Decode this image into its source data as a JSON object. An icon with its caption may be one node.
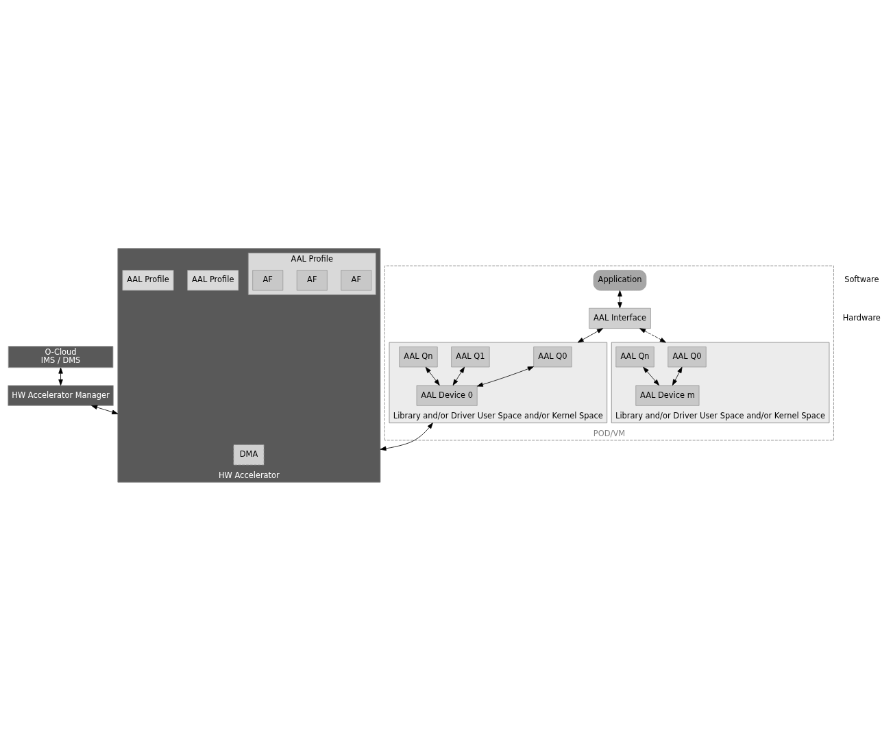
{
  "diagram": {
    "nodes": [
      {
        "text": [
          "O-Cloud",
          "IMS / DMS"
        ]
      },
      {
        "text": [
          "HW Accelerator Manager"
        ]
      },
      {
        "text": [
          "POD/VM"
        ]
      },
      {
        "text": [
          "Application"
        ],
        "in": 2
      },
      {
        "text": [
          "AAL Interface"
        ],
        "in": 2
      },
      {
        "text": [
          "Library and/or Driver User Space and/or Kernel Space"
        ],
        "in": 2
      },
      {
        "text": [
          "AAL Q0"
        ],
        "in": 5
      },
      {
        "text": [
          "AAL Q1"
        ],
        "in": 5
      },
      {
        "text": [
          "AAL Qn"
        ],
        "in": 5
      },
      {
        "text": [
          "AAL Device 0"
        ],
        "in": 5
      },
      {
        "text": [
          "Library and/or Driver User Space and/or Kernel Space"
        ],
        "in": 2
      },
      {
        "text": [
          "AAL Q0"
        ],
        "in": 10
      },
      {
        "text": [
          "AAL Qn"
        ],
        "in": 10
      },
      {
        "text": [
          "AAL Device m"
        ],
        "in": 10
      },
      {
        "text": [
          "HW Accelerator"
        ]
      },
      {
        "text": [
          "DMA"
        ],
        "in": 14
      },
      {
        "text": [
          "AAL Profile"
        ],
        "in": 14
      },
      {
        "text": [
          "AAL Profile"
        ],
        "in": 14
      },
      {
        "text": [
          "AAL Profile"
        ],
        "in": 14
      },
      {
        "text": [
          "AF"
        ],
        "in": 18
      },
      {
        "text": [
          "AF"
        ],
        "in": 18
      },
      {
        "text": [
          "AF"
        ],
        "in": 18
      }
    ],
    "edges": [
      {
        "from": 3,
        "to": 4,
        "arrow": "both"
      },
      {
        "from": 4,
        "to": 5,
        "arrow": "both"
      },
      {
        "from": 4,
        "to": 10,
        "arrow": "both",
        "style": "dashed"
      },
      {
        "from": 6,
        "to": 9,
        "arrow": "both"
      },
      {
        "from": 7,
        "to": 9,
        "arrow": "both"
      },
      {
        "from": 8,
        "to": 9,
        "arrow": "both"
      },
      {
        "from": 11,
        "to": 13,
        "arrow": "both"
      },
      {
        "from": 12,
        "to": 13,
        "arrow": "both"
      },
      {
        "from": 0,
        "to": 1,
        "arrow": "both"
      },
      {
        "from": 5,
        "to": 14,
        "arrow": "both"
      },
      {
        "from": 1,
        "to": 14,
        "arrow": "both"
      }
    ],
    "labels": [
      "Software",
      "Hardware"
    ]
  }
}
